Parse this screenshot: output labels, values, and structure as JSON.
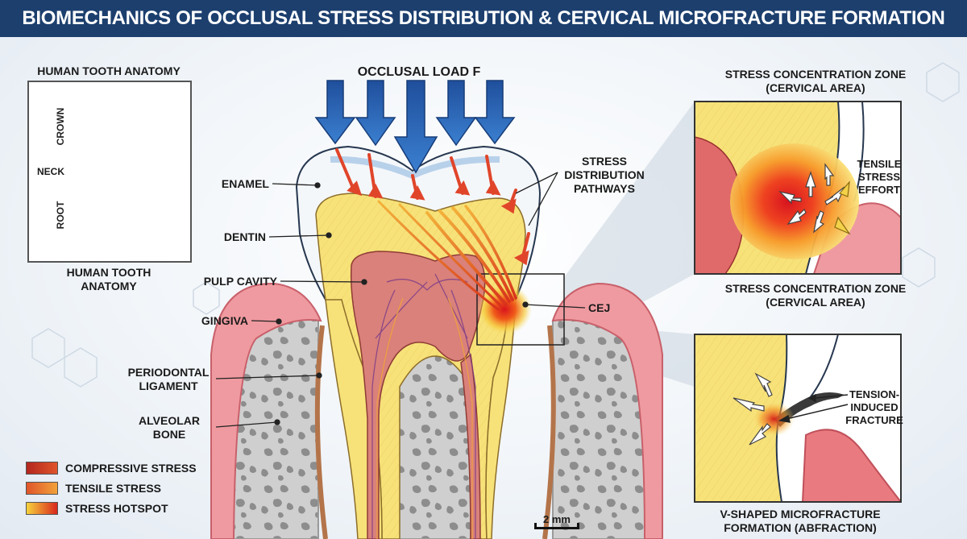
{
  "title": "BIOMECHANICS OF OCCLUSAL STRESS DISTRIBUTION & CERVICAL MICROFRACTURE FORMATION",
  "load": {
    "label": "OCCLUSAL LOAD F"
  },
  "anatomy": {
    "heading": "HUMAN TOOTH ANATOMY",
    "caption": "HUMAN TOOTH\nANATOMY",
    "brackets": [
      "CROWN",
      "NECK",
      "ROOT"
    ]
  },
  "labels": {
    "enamel": "ENAMEL",
    "dentin": "DENTIN",
    "pulp": "PULP CAVITY",
    "gingiva": "GINGIVA",
    "periodontal": "PERIODONTAL\nLIGAMENT",
    "alveolar": "ALVEOLAR\nBONE",
    "pathways": "STRESS\nDISTRIBUTION\nPATHWAYS",
    "cej": "CEJ"
  },
  "inset_top": {
    "title": "STRESS CONCENTRATION ZONE\n(CERVICAL AREA)",
    "caption": "STRESS CONCENTRATION ZONE\n(CERVICAL AREA)",
    "annotation": "TENSILE\nSTRESS\nEFFORT"
  },
  "inset_bottom": {
    "annotation": "TENSION-\nINDUCED\nFRACTURE",
    "caption": "V-SHAPED MICROFRACTURE\nFORMATION (ABFRACTION)"
  },
  "legend": [
    {
      "label": "COMPRESSIVE STRESS",
      "color_from": "#b3261e",
      "color_to": "#e0552a"
    },
    {
      "label": "TENSILE STRESS",
      "color_from": "#e0552a",
      "color_to": "#f2a23a"
    },
    {
      "label": "STRESS HOTSPOT",
      "color_from": "#f7d23c",
      "color_to": "#d8261c"
    }
  ],
  "scale": {
    "label": "2 mm"
  },
  "colors": {
    "title_bar": "#1c3f6e",
    "load_arrow": "#2e64b4",
    "enamel": "#f4f7fa",
    "dentin": "#f7e27a",
    "pulp": "#d9817a",
    "gingiva": "#ef9aa0",
    "bone": "#c9c9c9"
  }
}
